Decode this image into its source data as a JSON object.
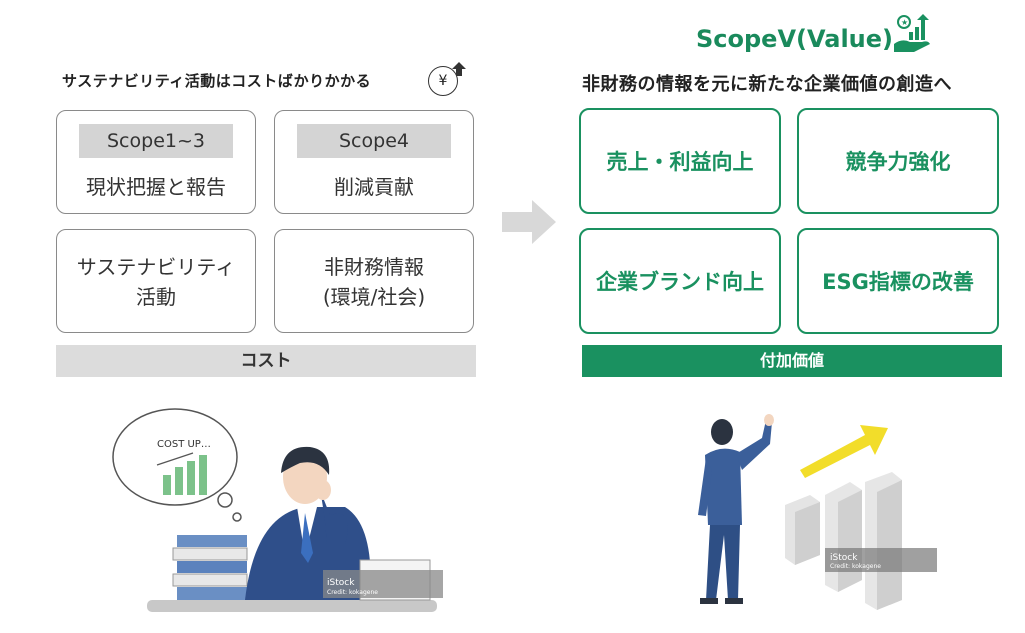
{
  "left": {
    "heading": "サステナビリティ活動はコストばかりかかる",
    "yen_symbol": "¥",
    "cards": [
      {
        "head": "Scope1~3",
        "sub": "現状把握と報告"
      },
      {
        "head": "Scope4",
        "sub": "削減貢献"
      },
      {
        "line1": "サステナビリティ",
        "line2": "活動"
      },
      {
        "line1": "非財務情報",
        "line2": "(環境/社会)"
      }
    ],
    "bar_label": "コスト",
    "illustration": {
      "thought_text": "COST UP…",
      "watermark": "iStock",
      "credit": "Credit: kokagene"
    }
  },
  "right": {
    "brand": "ScopeV(Value)",
    "heading": "非財務の情報を元に新たな企業価値の創造へ",
    "cards": [
      "売上・利益向上",
      "競争力強化",
      "企業ブランド向上",
      "ESG指標の改善"
    ],
    "bar_label": "付加価値",
    "illustration": {
      "watermark": "iStock",
      "credit": "Credit: kokagene"
    }
  },
  "colors": {
    "green": "#1a9160",
    "gray_bar": "#dcdcdc",
    "card_head": "#d4d4d4",
    "arrow": "#d8d8d8",
    "yellow": "#f2dd2a"
  },
  "icons": [
    "yen-coin-icon",
    "up-arrow-icon",
    "right-arrow-icon",
    "growth-hand-icon",
    "bar-chart-icon"
  ]
}
